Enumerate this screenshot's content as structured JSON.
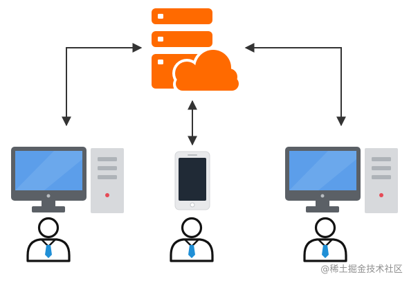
{
  "watermark": "@稀土掘金技术社区",
  "colors": {
    "server": "#ff6a00",
    "monitor_frame": "#5b6066",
    "monitor_screen": "#5c9eea",
    "monitor_glare": "#7fb4f0",
    "tower": "#d7d9dc",
    "tower_slot": "#aeb3b8",
    "tower_led": "#e64b57",
    "phone_body": "#e8e9eb",
    "phone_screen": "#202a36",
    "person_stroke": "#121212",
    "tie": "#1f8fd6",
    "arrow": "#333333",
    "background": "#ffffff"
  },
  "nodes": {
    "server": {
      "icon": "server-cloud-icon"
    },
    "left_client": {
      "icon": "desktop-computer-icon",
      "user_icon": "user-icon"
    },
    "middle_client": {
      "icon": "smartphone-icon",
      "user_icon": "user-icon"
    },
    "right_client": {
      "icon": "desktop-computer-icon",
      "user_icon": "user-icon"
    }
  },
  "connections": [
    {
      "from": "server",
      "to": "left_client",
      "direction": "bidirectional"
    },
    {
      "from": "server",
      "to": "middle_client",
      "direction": "bidirectional"
    },
    {
      "from": "server",
      "to": "right_client",
      "direction": "bidirectional"
    }
  ]
}
